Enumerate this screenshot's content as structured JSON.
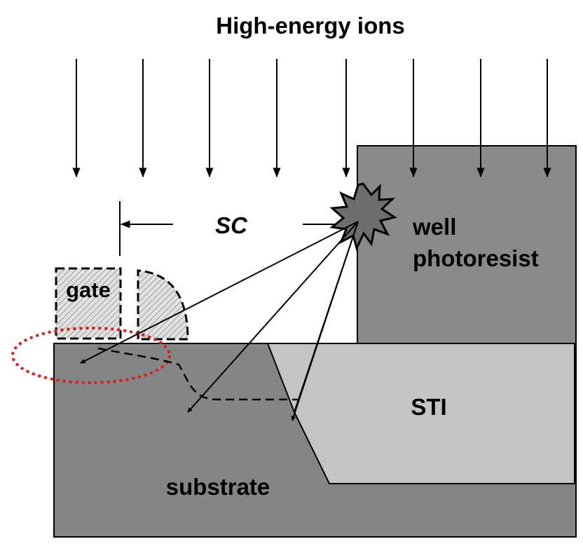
{
  "title": "High-energy ions",
  "labels": {
    "sc": "SC",
    "well_line1": "well",
    "well_line2": "photoresist",
    "gate": "gate",
    "sti": "STI",
    "substrate": "substrate"
  },
  "colors": {
    "substrate": "#858585",
    "photoresist": "#8a8a8a",
    "sti": "#c4c4c4",
    "gate_hatch": "#b0b0b0",
    "highlight_ellipse": "#d62020",
    "star": "#6e6e6e",
    "line": "#000000"
  },
  "icons": {
    "ion_arrow": "down-arrow-icon",
    "impact": "burst-star-icon"
  }
}
